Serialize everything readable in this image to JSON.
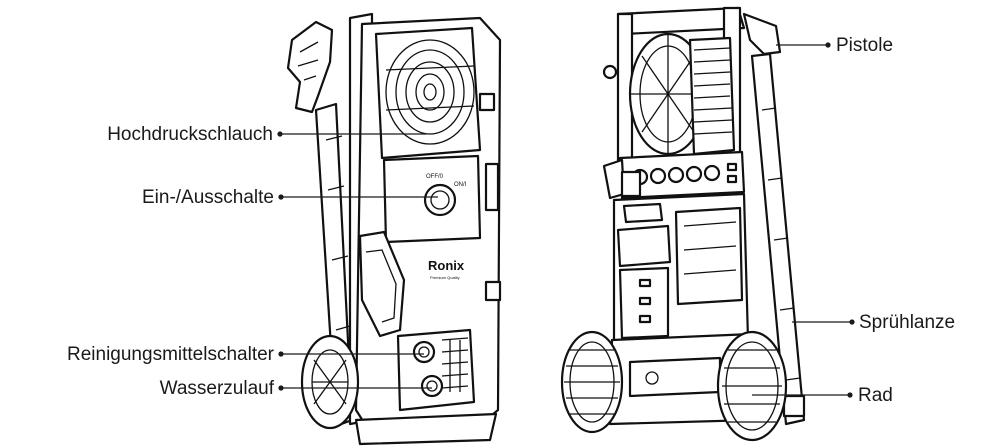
{
  "brand": {
    "name": "Ronix",
    "tagline": "Premium Quality"
  },
  "switch_marks": {
    "off": "OFF/0",
    "on": "ON/I"
  },
  "labels": {
    "pistole": "Pistole",
    "hochdruckschlauch": "Hochdruckschlauch",
    "ein_ausschalte": "Ein-/Ausschalte",
    "spruehlanze": "Sprühlanze",
    "reinigungsmittelschalter": "Reinigungsmittelschalter",
    "wasserzulauf": "Wasserzulauf",
    "rad": "Rad"
  }
}
